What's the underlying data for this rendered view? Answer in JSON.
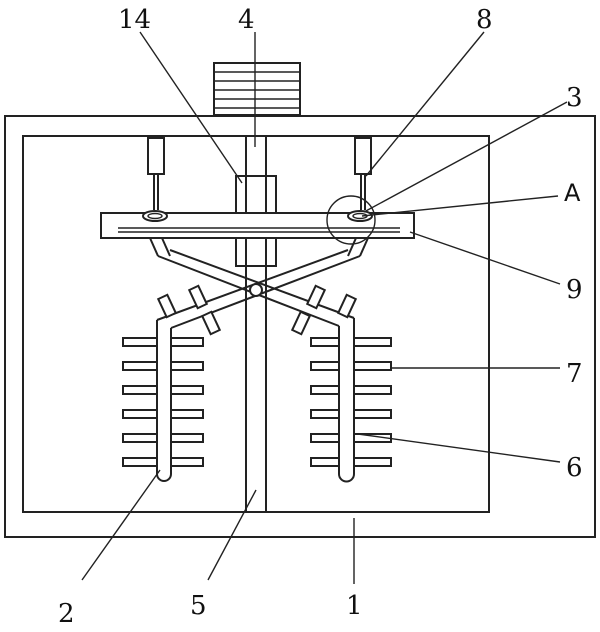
{
  "labels": {
    "l14": "14",
    "l4": "4",
    "l8": "8",
    "l3": "3",
    "lA": "A",
    "l9": "9",
    "l7": "7",
    "l6": "6",
    "l2": "2",
    "l5": "5",
    "l1": "1"
  },
  "colors": {
    "line": "#222222",
    "background": "#ffffff"
  }
}
